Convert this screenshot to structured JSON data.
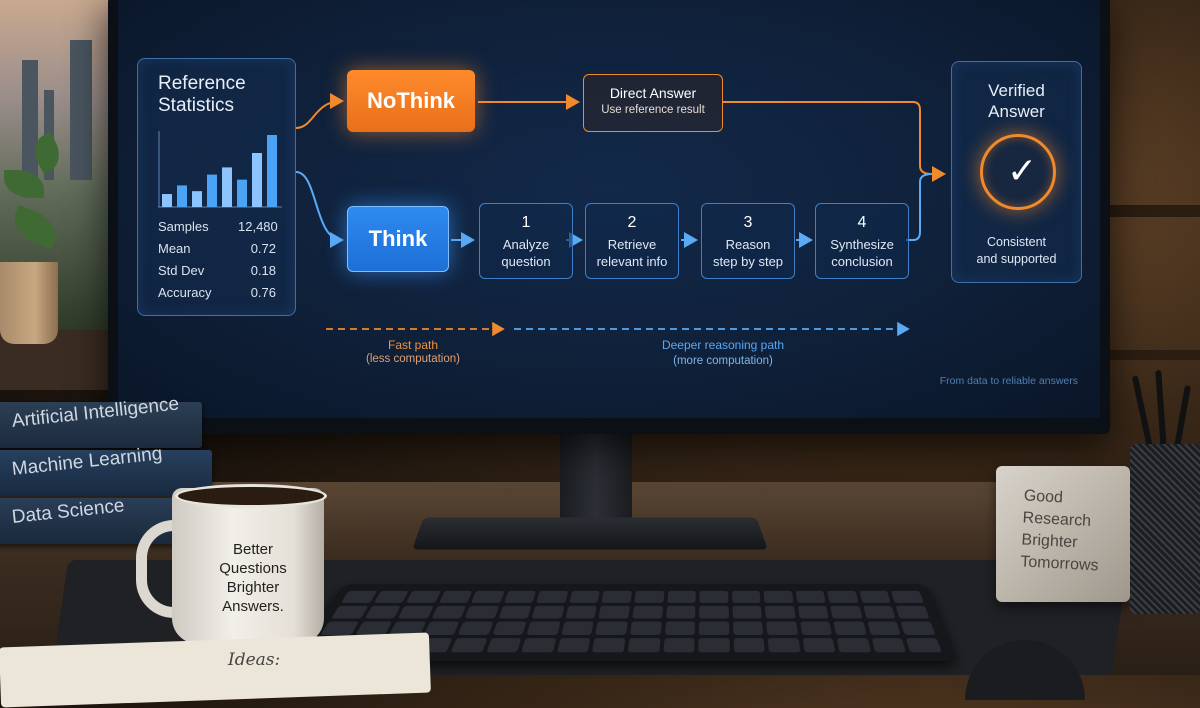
{
  "diagram": {
    "reference": {
      "title": "Reference\nStatistics",
      "stats": [
        {
          "label": "Samples",
          "value": "12,480"
        },
        {
          "label": "Mean",
          "value": "0.72"
        },
        {
          "label": "Std Dev",
          "value": "0.18"
        },
        {
          "label": "Accuracy",
          "value": "0.76"
        }
      ],
      "bar_levels": [
        0.18,
        0.3,
        0.22,
        0.45,
        0.55,
        0.38,
        0.75,
        1.0
      ]
    },
    "nothink_label": "NoThink",
    "think_label": "Think",
    "direct": {
      "title": "Direct Answer",
      "subtitle": "Use reference result"
    },
    "steps": [
      {
        "num": "1",
        "label": "Analyze\nquestion"
      },
      {
        "num": "2",
        "label": "Retrieve\nrelevant info"
      },
      {
        "num": "3",
        "label": "Reason\nstep by step"
      },
      {
        "num": "4",
        "label": "Synthesize\nconclusion"
      }
    ],
    "verified": {
      "title": "Verified\nAnswer",
      "subtitle": "Consistent\nand supported"
    },
    "fast_path": {
      "label": "Fast path",
      "sub": "(less computation)"
    },
    "deep_path": {
      "label": "Deeper reasoning path",
      "sub": "(more computation)"
    },
    "footer": "From data to reliable answers"
  },
  "scene": {
    "books": [
      "Artificial Intelligence",
      "Machine Learning",
      "Data Science"
    ],
    "mug_text": "Better\nQuestions\nBrighter\nAnswers.",
    "stone_text": "Good\nResearch\nBrighter\nTomorrows",
    "notebook_text": "Ideas:"
  },
  "colors": {
    "orange": "#f08a2c",
    "blue": "#2f8af0",
    "screen_bg": "#0f2039"
  }
}
